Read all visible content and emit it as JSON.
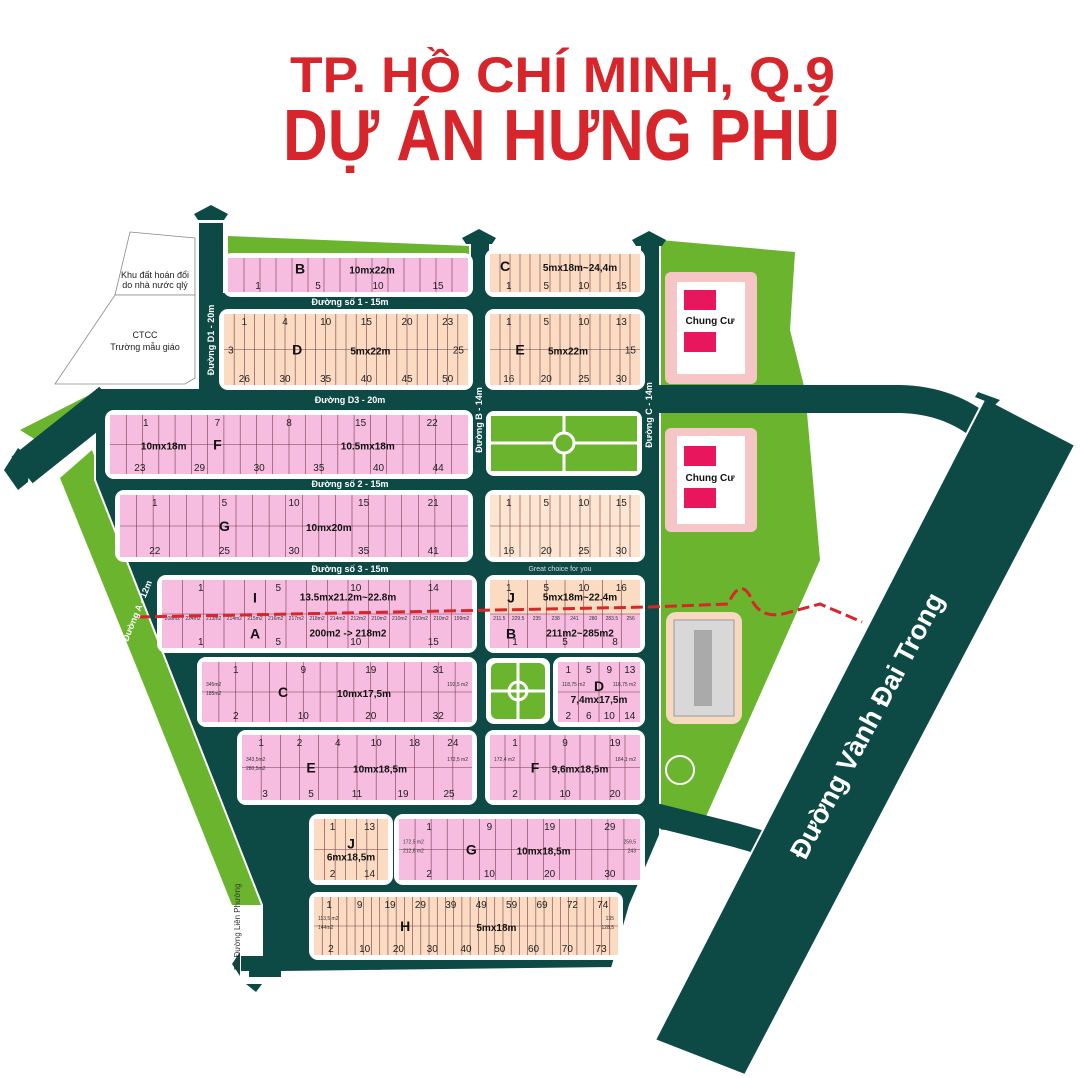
{
  "title": {
    "line1": "TP. HỒ CHÍ MINH,  Q.9",
    "line2": "DỰ ÁN HƯNG PHÚ"
  },
  "colors": {
    "title": "#d7262b",
    "road": "#0d4a46",
    "green": "#6ab52d",
    "pink_lot": "#f6bde0",
    "peach_lot": "#fbdcc2",
    "apartment": "#e8175d",
    "boundary_line": "#d8262a"
  },
  "roads": {
    "so1": "Đường số 1 - 15m",
    "d1": "Đường D1 - 20m",
    "d3": "Đường D3 - 20m",
    "b": "Đường B - 14m",
    "c": "Đường C - 14m",
    "so2": "Đường số 2 - 15m",
    "so3": "Đường số 3 - 15m",
    "a": "Đường A - 12m",
    "vanh_dai": "Đường Vành Đai Trong",
    "lien_phuong": "Ra Đường Liên Phường"
  },
  "areas": {
    "khu_dat": [
      "Khu đất hoán đổi",
      "do nhà nước qlý"
    ],
    "ctcc": [
      "CTCC",
      "Trường mẫu giáo"
    ],
    "chung_cu_1": "Chung Cư",
    "chung_cu_2": "Chung Cư",
    "watermark_tagline": "Great choice for you"
  },
  "blocks": [
    {
      "id": "B",
      "label": "B",
      "sizes": [
        "10mx22m"
      ],
      "top": [],
      "bottom": [
        "1",
        "5",
        "10",
        "15"
      ]
    },
    {
      "id": "C",
      "label": "C",
      "sizes": [
        "5mx18m~24,4m"
      ],
      "top": [],
      "bottom": [
        "1",
        "5",
        "10",
        "15"
      ]
    },
    {
      "id": "D",
      "label": "D",
      "sizes": [
        "5mx22m"
      ],
      "top": [
        "1",
        "4",
        "10",
        "15",
        "20",
        "23"
      ],
      "middle": [
        "3",
        "25"
      ],
      "bottom": [
        "26",
        "30",
        "35",
        "40",
        "45",
        "50"
      ]
    },
    {
      "id": "E",
      "label": "E",
      "sizes": [
        "5mx22m"
      ],
      "top": [
        "1",
        "5",
        "10",
        "13"
      ],
      "middle": [
        "15"
      ],
      "bottom": [
        "16",
        "20",
        "25",
        "30"
      ]
    },
    {
      "id": "F",
      "label": "F",
      "sizes": [
        "10mx18m",
        "10.5mx18m"
      ],
      "top": [
        "1",
        "7",
        "8",
        "15",
        "22"
      ],
      "bottom": [
        "23",
        "29",
        "30",
        "35",
        "40",
        "44"
      ]
    },
    {
      "id": "G",
      "label": "G",
      "sizes": [
        "10mx20m"
      ],
      "top": [
        "1",
        "5",
        "10",
        "15",
        "21"
      ],
      "bottom": [
        "22",
        "25",
        "30",
        "35",
        "41"
      ]
    },
    {
      "id": "K",
      "label": "",
      "sizes": [],
      "top": [
        "1",
        "5",
        "10",
        "15"
      ],
      "bottom": [
        "16",
        "20",
        "25",
        "30"
      ]
    },
    {
      "id": "IA",
      "label": "I",
      "sizes": [
        "13.5mx21.2m~22.8m"
      ],
      "label2": "A",
      "sizes2": [
        "200m2 -> 218m2"
      ],
      "top": [
        "1",
        "5",
        "10",
        "14"
      ],
      "bottom": [
        "1",
        "5",
        "10",
        "15"
      ],
      "lot_areas": [
        "208m2",
        "224m2",
        "213m2",
        "214m2",
        "215m2",
        "216m2",
        "217m2",
        "218m2",
        "214m2",
        "212m2",
        "210m2",
        "210m2",
        "210m2",
        "210m2",
        "199m2"
      ]
    },
    {
      "id": "JB",
      "label": "J",
      "sizes": [
        "5mx18m~22.4m"
      ],
      "label2": "B",
      "sizes2": [
        "211m2~285m2"
      ],
      "top": [
        "1",
        "5",
        "10",
        "16"
      ],
      "bottom": [
        "1",
        "5",
        "8"
      ],
      "lot_areas": [
        "211.5",
        "229.5",
        "235",
        "238",
        "241",
        "280",
        "283.5",
        "256"
      ]
    },
    {
      "id": "C2",
      "label": "C",
      "sizes": [
        "10mx17,5m"
      ],
      "top": [
        "1",
        "9",
        "19",
        "31"
      ],
      "bottom": [
        "2",
        "10",
        "20",
        "32"
      ],
      "notes": [
        "345m2",
        "185m2",
        "192,5 m2"
      ]
    },
    {
      "id": "D2",
      "label": "D",
      "sizes": [
        "7,4mx17,5m"
      ],
      "top": [
        "1",
        "5",
        "9",
        "13"
      ],
      "bottom": [
        "2",
        "6",
        "10",
        "14"
      ],
      "notes": [
        "118,75 m2",
        "118,75 m2"
      ]
    },
    {
      "id": "E2",
      "label": "E",
      "sizes": [
        "10mx18,5m"
      ],
      "top": [
        "1",
        "2",
        "4",
        "10",
        "18",
        "24"
      ],
      "bottom": [
        "3",
        "5",
        "11",
        "19",
        "25"
      ],
      "notes": [
        "343,5m2",
        "280,5m2",
        "172,5 m2"
      ]
    },
    {
      "id": "F2",
      "label": "F",
      "sizes": [
        "9,6mx18,5m"
      ],
      "top": [
        "1",
        "9",
        "19"
      ],
      "bottom": [
        "2",
        "10",
        "20"
      ],
      "notes": [
        "172,4 m2",
        "184,1 m2"
      ]
    },
    {
      "id": "J2",
      "label": "J",
      "sizes": [
        "6mx18,5m"
      ],
      "top": [
        "1",
        "13"
      ],
      "bottom": [
        "2",
        "14"
      ]
    },
    {
      "id": "G2",
      "label": "G",
      "sizes": [
        "10mx18,5m"
      ],
      "top": [
        "1",
        "9",
        "19",
        "29"
      ],
      "bottom": [
        "2",
        "10",
        "20",
        "30"
      ],
      "notes": [
        "172,5 m2",
        "212,8 m2",
        "259,5",
        "243"
      ]
    },
    {
      "id": "H",
      "label": "H",
      "sizes": [
        "5mx18m"
      ],
      "top": [
        "1",
        "9",
        "19",
        "29",
        "39",
        "49",
        "59",
        "69",
        "72",
        "74"
      ],
      "bottom": [
        "2",
        "10",
        "20",
        "30",
        "40",
        "50",
        "60",
        "70",
        "73"
      ],
      "notes": [
        "113,5 m2",
        "144m2",
        "135",
        "128,5"
      ]
    }
  ]
}
